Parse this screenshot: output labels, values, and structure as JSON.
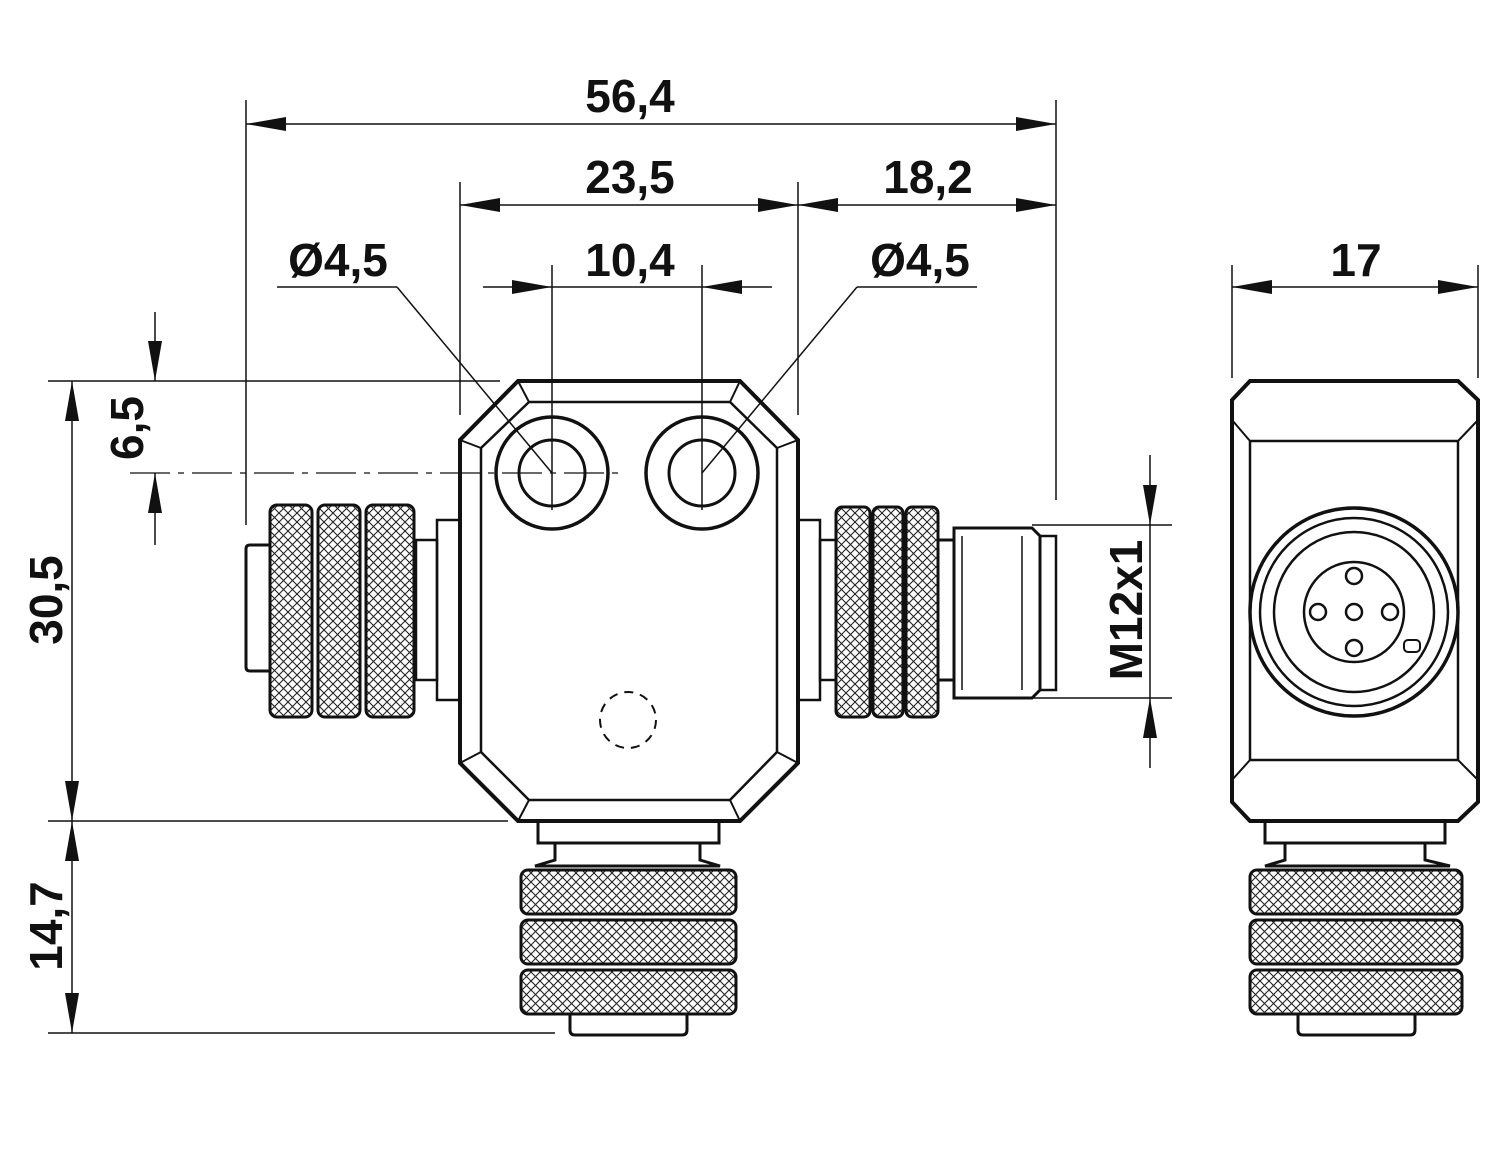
{
  "dimensions": {
    "overall_width": "56,4",
    "center_body_width": "23,5",
    "right_offset": "18,2",
    "hole_spacing": "10,4",
    "hole_dia_left": "Ø4,5",
    "hole_dia_right": "Ø4,5",
    "hole_offset_top": "6,5",
    "body_height": "30,5",
    "lower_connector_height": "14,7",
    "thread": "M12x1",
    "side_width": "17"
  },
  "colors": {
    "ink": "#111111",
    "background": "#ffffff"
  }
}
